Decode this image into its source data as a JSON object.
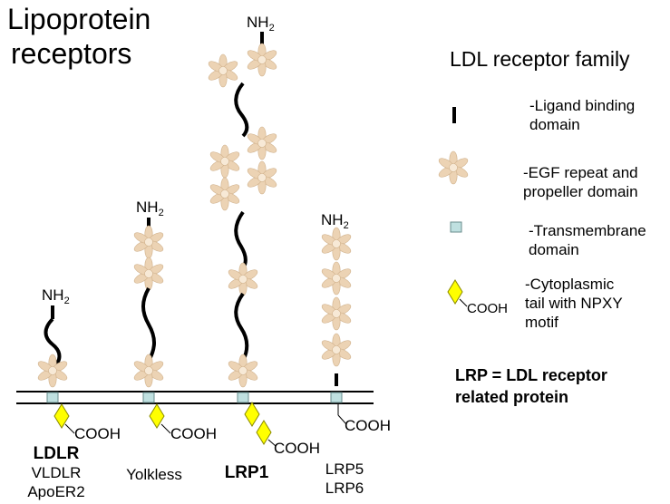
{
  "title_lines": [
    "Lipoprotein",
    "receptors"
  ],
  "legend": {
    "title": "LDL receptor family",
    "ligand": [
      "-Ligand binding",
      "domain"
    ],
    "egf": [
      "-EGF repeat and",
      "propeller domain"
    ],
    "tm": [
      "-Transmembrane",
      "domain"
    ],
    "cyto": [
      "-Cytoplasmic",
      "tail with NPXY",
      "motif"
    ],
    "cooh": "COOH"
  },
  "note": [
    "LRP = LDL receptor",
    "related protein"
  ],
  "nh2": "NH",
  "nh2_sub": "2",
  "cooh": "COOH",
  "receptors": [
    {
      "name": "LDLR",
      "sub": [
        "VLDLR",
        "ApoER2"
      ]
    },
    {
      "name": "Yolkless",
      "sub": []
    },
    {
      "name": "LRP1",
      "sub": []
    },
    {
      "name": "",
      "sub": [
        "LRP5",
        "LRP6"
      ]
    }
  ],
  "colors": {
    "flower_petal": "#ecd3b4",
    "flower_center": "#f7e9d6",
    "diamond": "#ffff00",
    "tm_box": "#bfe0e0"
  }
}
